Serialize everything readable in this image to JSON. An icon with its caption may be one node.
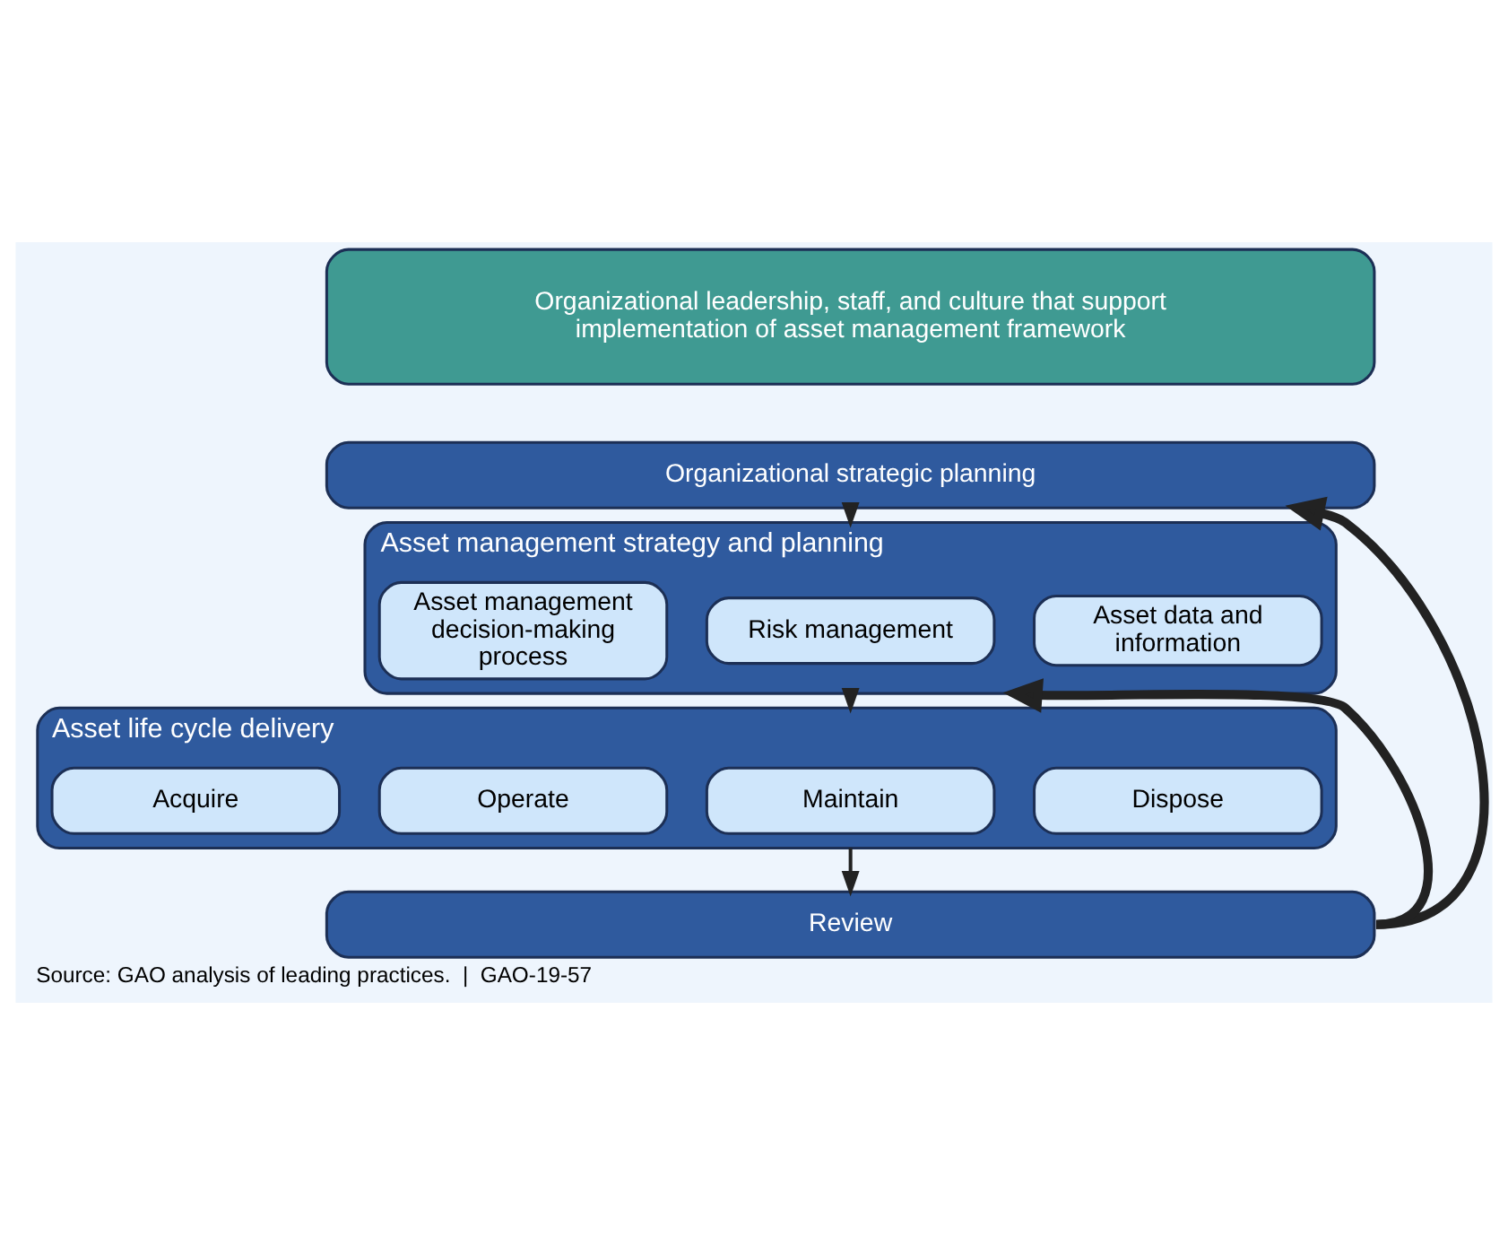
{
  "diagram": {
    "caption": "Source: GAO analysis of leading practices.  |  GAO-19-57",
    "nodes": [
      {
        "text": [
          "Organizational leadership, staff, and culture that support implementation of asset management framework"
        ]
      },
      {
        "text": [
          "Organizational strategic planning"
        ]
      },
      {
        "text": [
          "Asset management strategy and planning"
        ]
      },
      {
        "text": [
          "Asset management decision-making process"
        ],
        "in": 2
      },
      {
        "text": [
          "Risk management"
        ],
        "in": 2
      },
      {
        "text": [
          "Asset data and information"
        ],
        "in": 2
      },
      {
        "text": [
          "Asset life cycle delivery"
        ]
      },
      {
        "text": [
          "Acquire"
        ],
        "in": 6
      },
      {
        "text": [
          "Operate"
        ],
        "in": 6
      },
      {
        "text": [
          "Maintain"
        ],
        "in": 6
      },
      {
        "text": [
          "Dispose"
        ],
        "in": 6
      },
      {
        "text": [
          "Review"
        ]
      }
    ],
    "edges": [
      {
        "from": 1,
        "to": 2,
        "arrow": "to"
      },
      {
        "from": 2,
        "to": 6,
        "arrow": "to"
      },
      {
        "from": 6,
        "to": 11,
        "arrow": "to"
      },
      {
        "from": 11,
        "to": 1,
        "arrow": "to",
        "style": "thick"
      },
      {
        "from": 11,
        "to": 2,
        "arrow": "to",
        "style": "thick"
      }
    ]
  }
}
